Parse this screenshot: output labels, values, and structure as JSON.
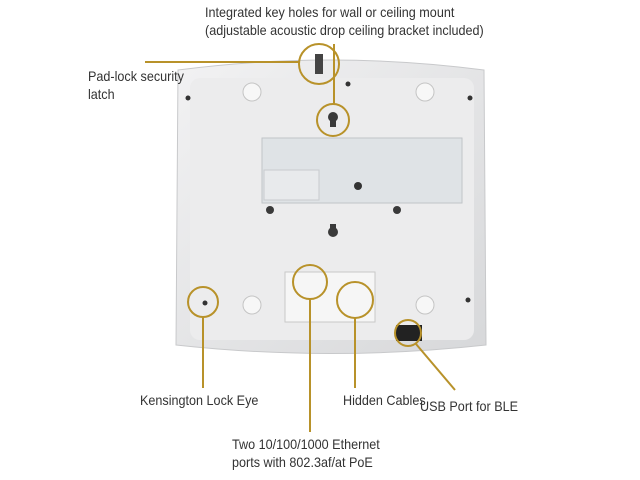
{
  "callouts": {
    "key_holes": [
      "Integrated key holes for wall or ceiling mount",
      "(adjustable acoustic drop ceiling bracket included)"
    ],
    "padlock": [
      "Pad-lock security",
      "latch"
    ],
    "kensington": "Kensington Lock Eye",
    "hidden_cables": "Hidden Cables",
    "usb": "USB Port for BLE",
    "ethernet": [
      "Two 10/100/1000 Ethernet",
      "ports with 802.3af/at PoE"
    ]
  },
  "colors": {
    "accent": "#b8922a",
    "device": "#e9e9ea"
  }
}
